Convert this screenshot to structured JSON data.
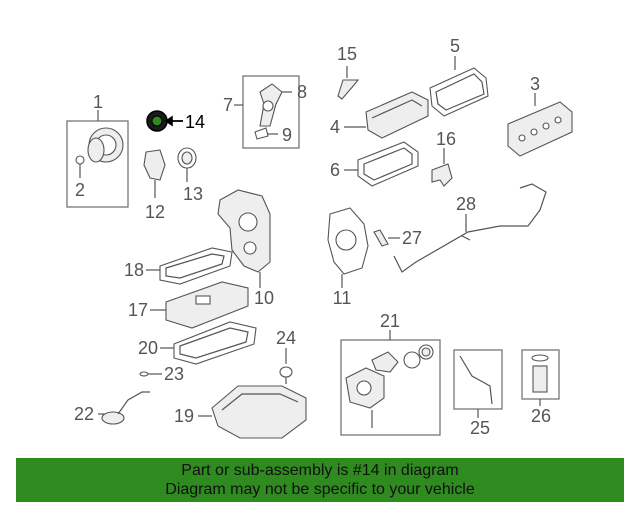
{
  "highlight_color": "#2f8a1f",
  "parts": [
    {
      "id": "p1",
      "label": "1"
    },
    {
      "id": "p2",
      "label": "2"
    },
    {
      "id": "p3",
      "label": "3"
    },
    {
      "id": "p4",
      "label": "4"
    },
    {
      "id": "p5",
      "label": "5"
    },
    {
      "id": "p6",
      "label": "6"
    },
    {
      "id": "p7",
      "label": "7"
    },
    {
      "id": "p8",
      "label": "8"
    },
    {
      "id": "p9",
      "label": "9"
    },
    {
      "id": "p10",
      "label": "10"
    },
    {
      "id": "p11",
      "label": "11"
    },
    {
      "id": "p12",
      "label": "12"
    },
    {
      "id": "p13",
      "label": "13"
    },
    {
      "id": "p14",
      "label": "14"
    },
    {
      "id": "p15",
      "label": "15"
    },
    {
      "id": "p16",
      "label": "16"
    },
    {
      "id": "p17",
      "label": "17"
    },
    {
      "id": "p18",
      "label": "18"
    },
    {
      "id": "p19",
      "label": "19"
    },
    {
      "id": "p20",
      "label": "20"
    },
    {
      "id": "p21",
      "label": "21"
    },
    {
      "id": "p22",
      "label": "22"
    },
    {
      "id": "p23",
      "label": "23"
    },
    {
      "id": "p24",
      "label": "24"
    },
    {
      "id": "p25",
      "label": "25"
    },
    {
      "id": "p26",
      "label": "26"
    },
    {
      "id": "p27",
      "label": "27"
    },
    {
      "id": "p28",
      "label": "28"
    }
  ],
  "banner": {
    "line1": "Part or sub-assembly is #14 in diagram",
    "line2": "Diagram may not be specific to your vehicle"
  }
}
